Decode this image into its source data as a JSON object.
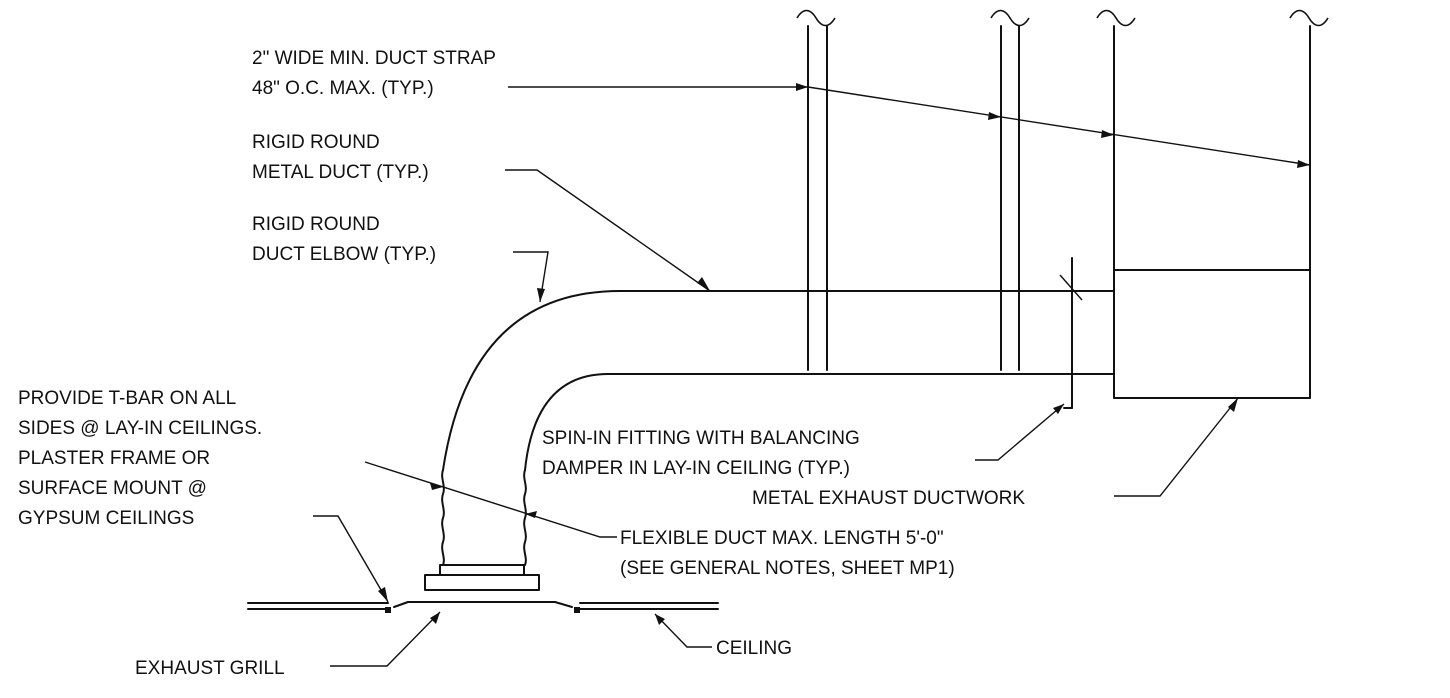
{
  "labels": {
    "duct_strap": [
      "2\" WIDE MIN. DUCT STRAP",
      "48\" O.C. MAX. (TYP.)"
    ],
    "metal_duct": [
      "RIGID ROUND",
      "METAL DUCT (TYP.)"
    ],
    "duct_elbow": [
      "RIGID ROUND",
      "DUCT ELBOW (TYP.)"
    ],
    "t_bar": [
      "PROVIDE T-BAR ON ALL",
      "SIDES @ LAY-IN CEILINGS.",
      "PLASTER FRAME OR",
      "SURFACE MOUNT @",
      "GYPSUM CEILINGS"
    ],
    "spin_in": [
      "SPIN-IN FITTING WITH BALANCING",
      "DAMPER IN LAY-IN CEILING (TYP.)"
    ],
    "exhaust_ductwork": "METAL EXHAUST DUCTWORK",
    "flex_duct": [
      "FLEXIBLE DUCT MAX. LENGTH 5'-0\"",
      "(SEE GENERAL NOTES, SHEET MP1)"
    ],
    "exhaust_grill": "EXHAUST GRILL",
    "ceiling": "CEILING"
  }
}
